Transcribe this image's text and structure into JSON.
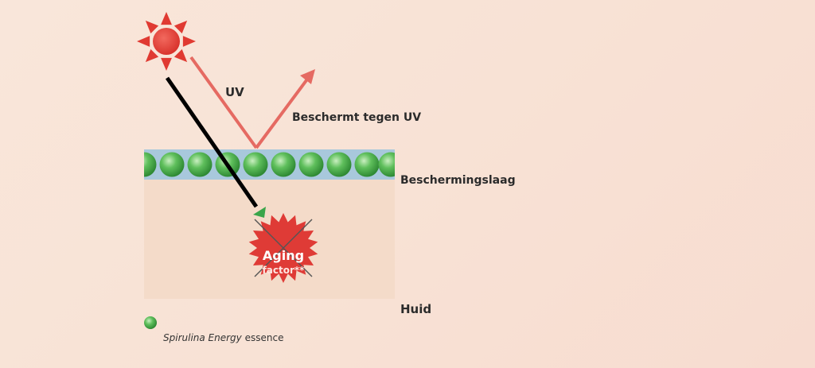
{
  "labels": {
    "uv": "UV",
    "protects": "Beschermt tegen UV",
    "protective_layer": "Beschermingslaag",
    "skin": "Huid",
    "aging_line1": "Aging",
    "aging_line2": "factor**"
  },
  "legend": {
    "italic": "Spirulina Energy",
    "rest": " essence"
  },
  "colors": {
    "background": "#f9e4d8",
    "skin": "#f4dbc9",
    "layer": "#a8c8dc",
    "bead": "#4aa84a",
    "sun": "#e03a32",
    "uv_ray": "#e56a62",
    "aging_burst": "#df3b36",
    "black_ray": "#000000",
    "arrow_head": "#3aa54a"
  },
  "icons": [
    "sun-icon",
    "bead-icon",
    "arrow-head-icon",
    "starburst-icon"
  ]
}
